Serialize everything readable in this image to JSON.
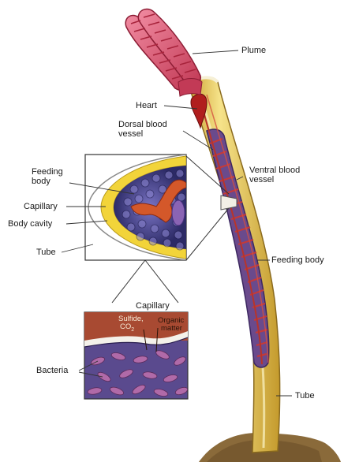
{
  "labels": {
    "plume": "Plume",
    "heart": "Heart",
    "dorsal_vessel_1": "Dorsal blood",
    "dorsal_vessel_2": "vessel",
    "ventral_vessel_1": "Ventral blood",
    "ventral_vessel_2": "vessel",
    "feeding_body_main": "Feeding body",
    "tube_main": "Tube",
    "inset_feeding_1": "Feeding",
    "inset_feeding_2": "body",
    "inset_capillary": "Capillary",
    "inset_body_cavity": "Body cavity",
    "inset_tube": "Tube",
    "detail_capillary": "Capillary",
    "detail_sulfide_1": "Sulfide,",
    "detail_sulfide_2": "CO",
    "detail_sulfide_sub": "2",
    "detail_organic_1": "Organic",
    "detail_organic_2": "matter",
    "detail_bacteria": "Bacteria"
  },
  "colors": {
    "plume": "#e0627a",
    "plume_dark": "#a8243c",
    "tube": "#efd36a",
    "tube_edge": "#b48a26",
    "body": "#6a4a8c",
    "vessel": "#b8342a",
    "cavity_bg": "#3a3578",
    "detail_top": "#a84a32",
    "detail_bottom": "#5a4a8e",
    "sediment": "#8a6a3a"
  }
}
